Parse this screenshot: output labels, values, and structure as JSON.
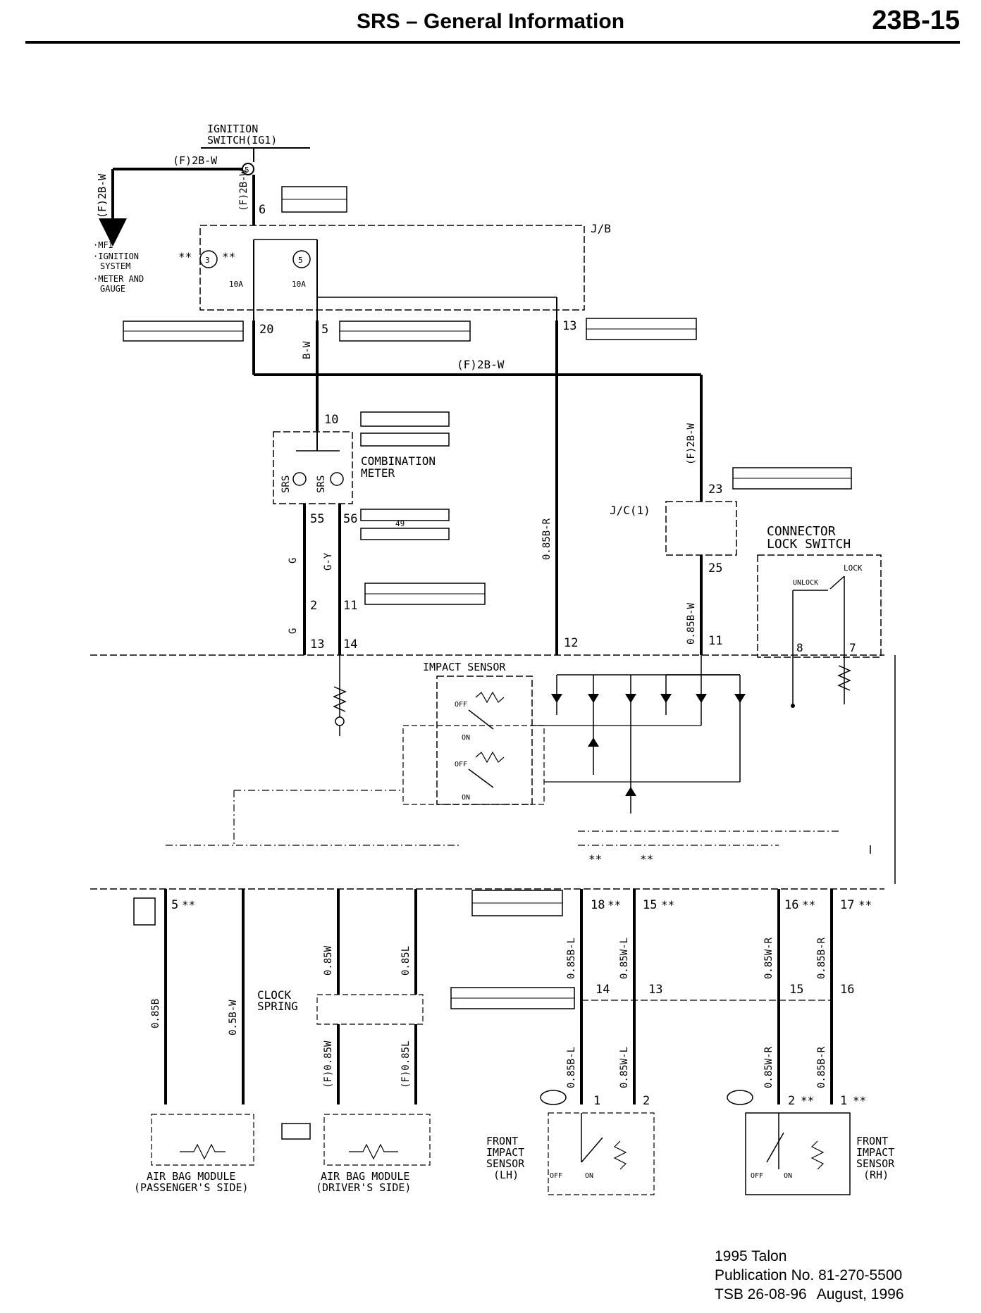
{
  "header": {
    "title": "SRS – General Information",
    "page_number": "23B-15"
  },
  "labels": {
    "ignition_switch": "IGNITION",
    "ignition_switch_2": "SWITCH(IG1)",
    "wire_f2bw": "(F)2B-W",
    "jb": "J/B",
    "mfi_1": "·MFI",
    "mfi_2": "·IGNITION",
    "mfi_3": "SYSTEM",
    "mfi_4": "·METER AND",
    "mfi_5": "GAUGE",
    "fuse_10a": "10A",
    "wire_bw": "B-W",
    "combination_1": "COMBINATION",
    "combination_2": "METER",
    "srs": "SRS",
    "jc1": "J/C(1)",
    "connector_lock_1": "CONNECTOR",
    "connector_lock_2": "LOCK SWITCH",
    "lock": "LOCK",
    "unlock": "UNLOCK",
    "impact_sensor": "IMPACT SENSOR",
    "off": "OFF",
    "on": "ON",
    "wire_085r": "0.85B-R",
    "wire_085bw": "0.85B-W",
    "wire_g": "G",
    "wire_gy": "G-Y",
    "clock_1": "CLOCK",
    "clock_2": "SPRING",
    "airbag_driver_1": "AIR BAG MODULE",
    "airbag_driver_2": "(PASSENGER'S SIDE)",
    "airbag_pass_1": "AIR BAG MODULE",
    "airbag_pass_2": "(DRIVER'S SIDE)",
    "front_lh_1": "FRONT",
    "front_lh_2": "IMPACT",
    "front_lh_3": "SENSOR",
    "front_lh_4": "(LH)",
    "front_rh_1": "FRONT",
    "front_rh_2": "IMPACT",
    "front_rh_3": "SENSOR",
    "front_rh_4": "(RH)",
    "wire_085b": "0.85B",
    "wire_085bl": "0.85B-L",
    "wire_085wl": "0.85W-L",
    "wire_085wr": "0.85W-R",
    "wire_085br": "0.85B-R",
    "wire_085w": "0.85W",
    "wire_085l": "0.85L",
    "wire_05bw": "0.5B-W",
    "wire_f0585w": "(F)0.85W",
    "wire_f0585l": "(F)0.85L",
    "star": "**"
  },
  "pins": {
    "p5": "5",
    "p6": "6",
    "p3": "3",
    "p20": "20",
    "p13": "13",
    "p10": "10",
    "p55": "55",
    "p56": "56",
    "p2": "2",
    "p11": "11",
    "p14": "14",
    "p12": "12",
    "p23": "23",
    "p25": "25",
    "p8": "8",
    "p7": "7",
    "p18": "18",
    "p15": "15",
    "p16": "16",
    "p17": "17",
    "p1": "1",
    "p49": "49"
  },
  "footer": {
    "model": "1995 Talon",
    "publication": "Publication No. 81-270-5500",
    "tsb": "TSB 26-08-96",
    "date": "August, 1996"
  }
}
